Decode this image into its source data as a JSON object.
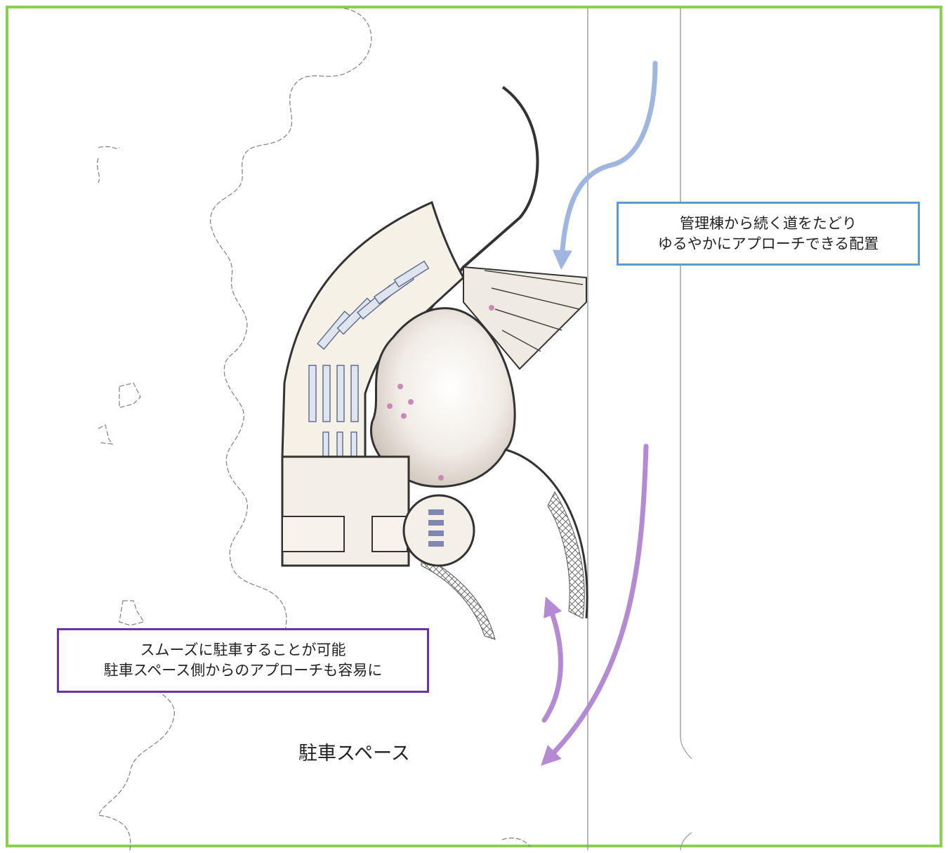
{
  "callouts": {
    "approach": {
      "line1": "管理棟から続く道をたどり",
      "line2": "ゆるやかにアプローチできる配置",
      "border_color": "#5b9bd5"
    },
    "parking": {
      "line1": "スムーズに駐車することが可能",
      "line2": "駐車スペース側からのアプローチも容易に",
      "border_color": "#7030a0"
    }
  },
  "labels": {
    "parking_space": "駐車スペース"
  },
  "colors": {
    "frame": "#8bcf4f",
    "arrow_blue": "#9fb7e0",
    "arrow_purple": "#b48ad4"
  }
}
